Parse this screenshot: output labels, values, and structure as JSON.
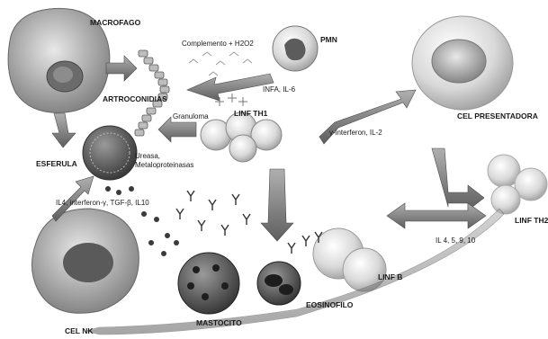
{
  "labels": {
    "macrofago": "MACROFAGO",
    "pmn": "PMN",
    "complemento": "Complemento + H2O2",
    "artroconidias": "ARTROCONIDIAS",
    "infa_il6": "INFA, IL-6",
    "linf_th1": "LINF TH1",
    "granuloma": "Granuloma",
    "esferula": "ESFERULA",
    "ureasa": "Ureasa,",
    "metaloproteinasas": "Metaloproteinasas",
    "interferon_il2": "γ-interferon, IL-2",
    "cel_presentadora": "CEL PRESENTADORA",
    "linf_th2": "LINF TH2",
    "il4_ifn_tgf_il10": "IL4, interferon-γ, TGF-β, IL10",
    "il_4_5_9_10": "IL 4, 5, 9, 10",
    "linf_b": "LINF B",
    "eosinofilo": "EOSINOFILO",
    "mastocito": "MASTOCITO",
    "cel_nk": "CEL NK"
  },
  "colors": {
    "arrow_fill": "#8a8a8a",
    "arrow_dark": "#555555",
    "cell_light": "#d6d6d6",
    "cell_mid": "#9a9a9a",
    "cell_dark": "#3c3c3c"
  },
  "icons": [
    "macrophage-cell",
    "pmn-cell",
    "arthroconidia-chain",
    "th1-cluster",
    "spherule",
    "antigen-presenting-cell",
    "th2-cluster",
    "nk-cell",
    "mast-cell",
    "eosinophil",
    "b-lymphocyte",
    "antibody-glyph",
    "cytokine-dot"
  ]
}
